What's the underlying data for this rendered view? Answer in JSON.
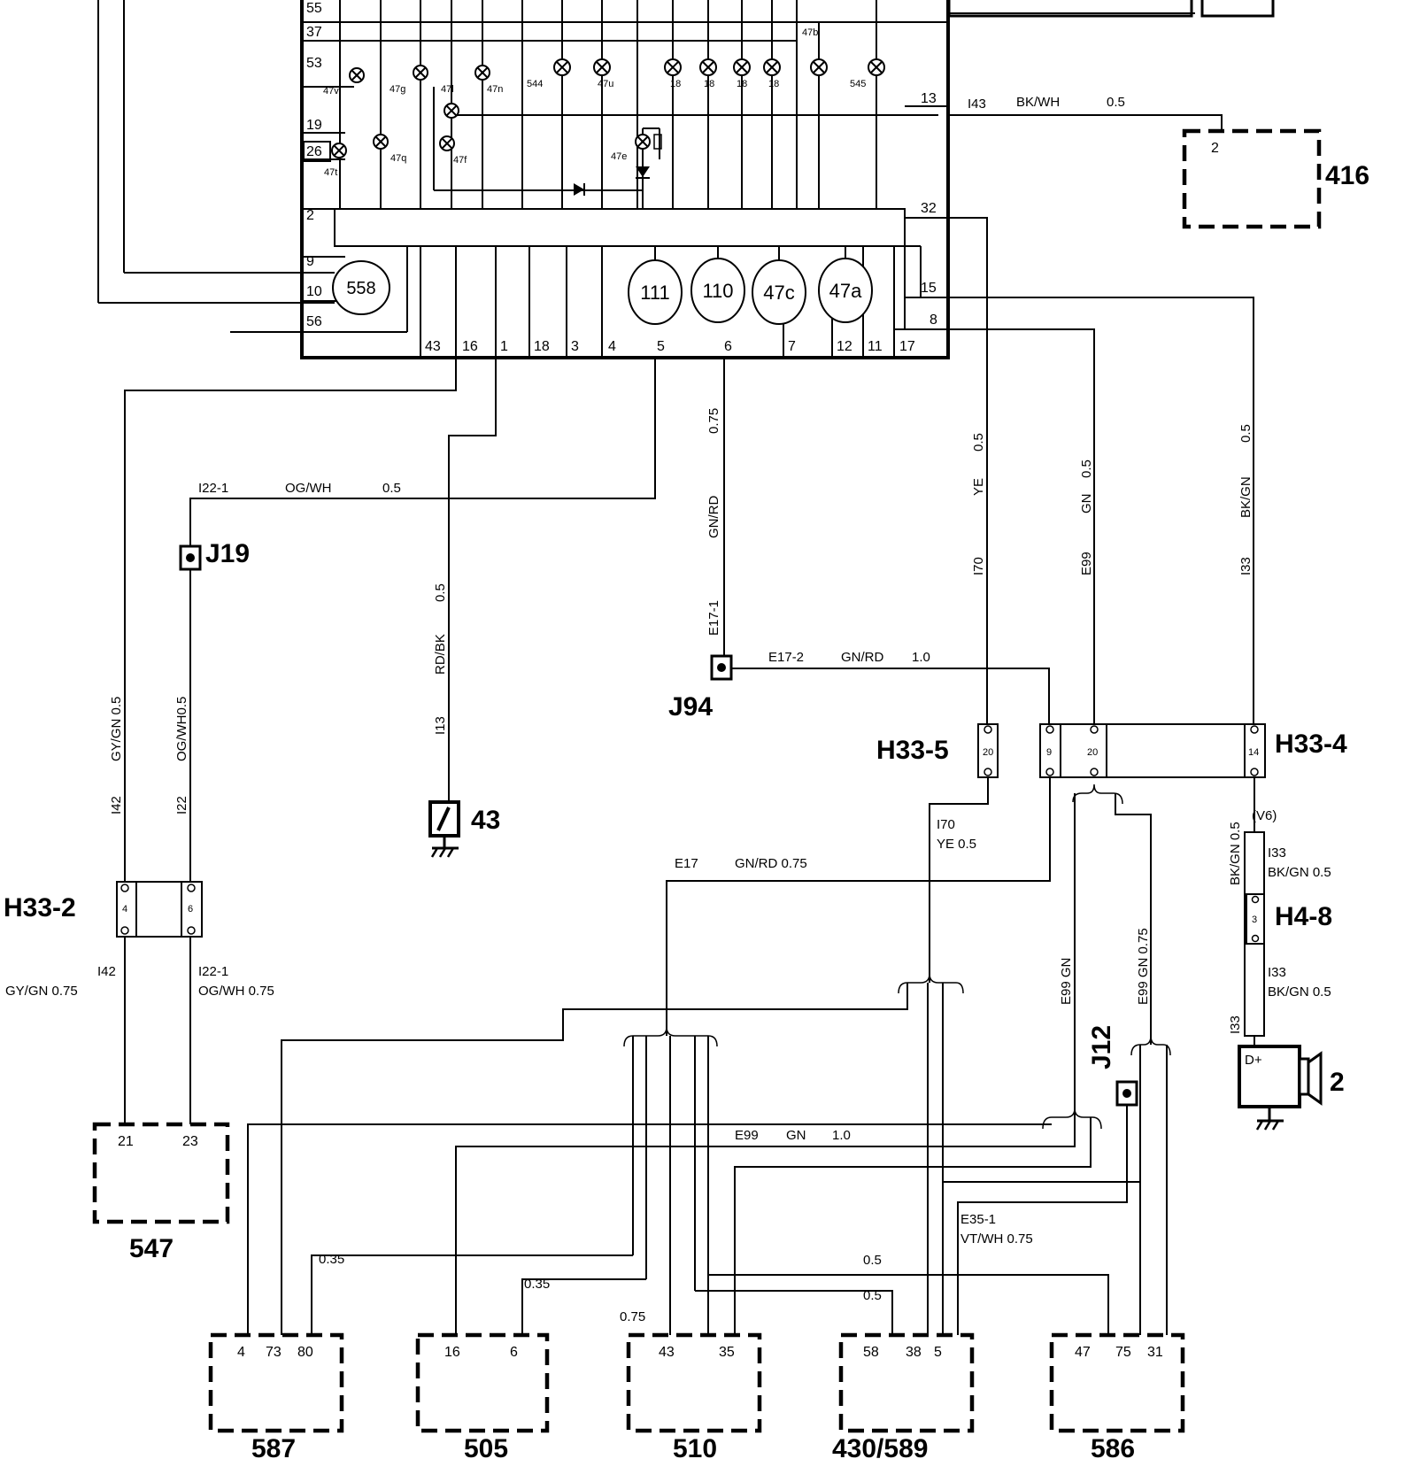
{
  "cluster": {
    "left_pins": [
      "55",
      "37",
      "53",
      "19",
      "26",
      "2",
      "9",
      "10",
      "56"
    ],
    "bottom_pins": [
      "43",
      "16",
      "1",
      "18",
      "3",
      "4",
      "5",
      "6",
      "7",
      "12",
      "11",
      "17"
    ],
    "right_pins": [
      "13",
      "32",
      "15",
      "8"
    ],
    "lamps": [
      "47v",
      "47g",
      "47l",
      "47n",
      "544",
      "47u",
      "18",
      "18",
      "18",
      "18",
      "47b",
      "545",
      "47q",
      "47f",
      "47e",
      "47t"
    ],
    "gauges": [
      "558",
      "111",
      "110",
      "47c",
      "47a"
    ]
  },
  "wires": {
    "w143": "I43",
    "w143_color": "BK/WH",
    "w143_size": "0.5",
    "w122_1": "I22-1",
    "w122_1_color": "OG/WH",
    "w122_1_size": "0.5",
    "w142_v": "I42",
    "w142_v_color": "GY/GN 0.5",
    "w122_v": "I22",
    "w122_v_color": "OG/WH0.5",
    "w113": "I13",
    "w113_color": "RD/BK",
    "w113_size": "0.5",
    "we17_1": "E17-1",
    "we17_1_color": "GN/RD",
    "we17_1_size": "0.75",
    "we17_2": "E17-2",
    "we17_2_color": "GN/RD",
    "we17_2_size": "1.0",
    "w170_v": "I70",
    "w170_v_color": "YE",
    "w170_v_size": "0.5",
    "we99_v": "E99",
    "we99_v_color": "GN",
    "we99_v_size": "0.5",
    "w133_v": "I33",
    "w133_v_color": "BK/GN",
    "w133_v_size": "0.5",
    "w142_b": "I42",
    "w142_b_color": "GY/GN 0.75",
    "w122_1_b": "I22-1",
    "w122_1_b_color": "OG/WH 0.75",
    "we17_b": "E17",
    "we17_b_color": "GN/RD 0.75",
    "w170_b": "I70",
    "w170_b_color": "YE 0.5",
    "we99_c": "E99 GN",
    "we99_d": "E99 GN 0.75",
    "w133_a": "I33",
    "w133_a_color": "BK/GN 0.5",
    "w133_side": "BK/GN 0.5",
    "w133_b": "I33",
    "w133_b_color": "BK/GN 0.5",
    "w133_side_b": "I33",
    "we99_h": "E99",
    "we99_h_color": "GN",
    "we99_h_size": "1.0",
    "we35_1": "E35-1",
    "we35_1_color": "VT/WH 0.75",
    "s035_a": "0.35",
    "s035_b": "0.35",
    "s075": "0.75",
    "s05_a": "0.5",
    "s05_b": "0.5",
    "v6": "(V6)"
  },
  "connectors": {
    "j19": "J19",
    "j94": "J94",
    "j12": "J12",
    "h33_5": "H33-5",
    "h33_5_pin": "20",
    "h33_4": "H33-4",
    "h33_4_pins": [
      "9",
      "20",
      "14"
    ],
    "h33_2": "H33-2",
    "h33_2_pins": [
      "4",
      "6"
    ],
    "h4_8": "H4-8",
    "h4_8_pin": "3"
  },
  "components": {
    "c416": "416",
    "c416_pin": "2",
    "c43": "43",
    "c2": "2",
    "c2_terminal": "D+",
    "c547": "547",
    "c547_pins": [
      "21",
      "23"
    ],
    "c587": "587",
    "c587_pins": [
      "4",
      "73",
      "80"
    ],
    "c505": "505",
    "c505_pins": [
      "16",
      "6"
    ],
    "c510": "510",
    "c510_pins": [
      "43",
      "35"
    ],
    "c430": "430/589",
    "c430_pins": [
      "58",
      "38",
      "5"
    ],
    "c586": "586",
    "c586_pins": [
      "47",
      "75",
      "31"
    ]
  }
}
